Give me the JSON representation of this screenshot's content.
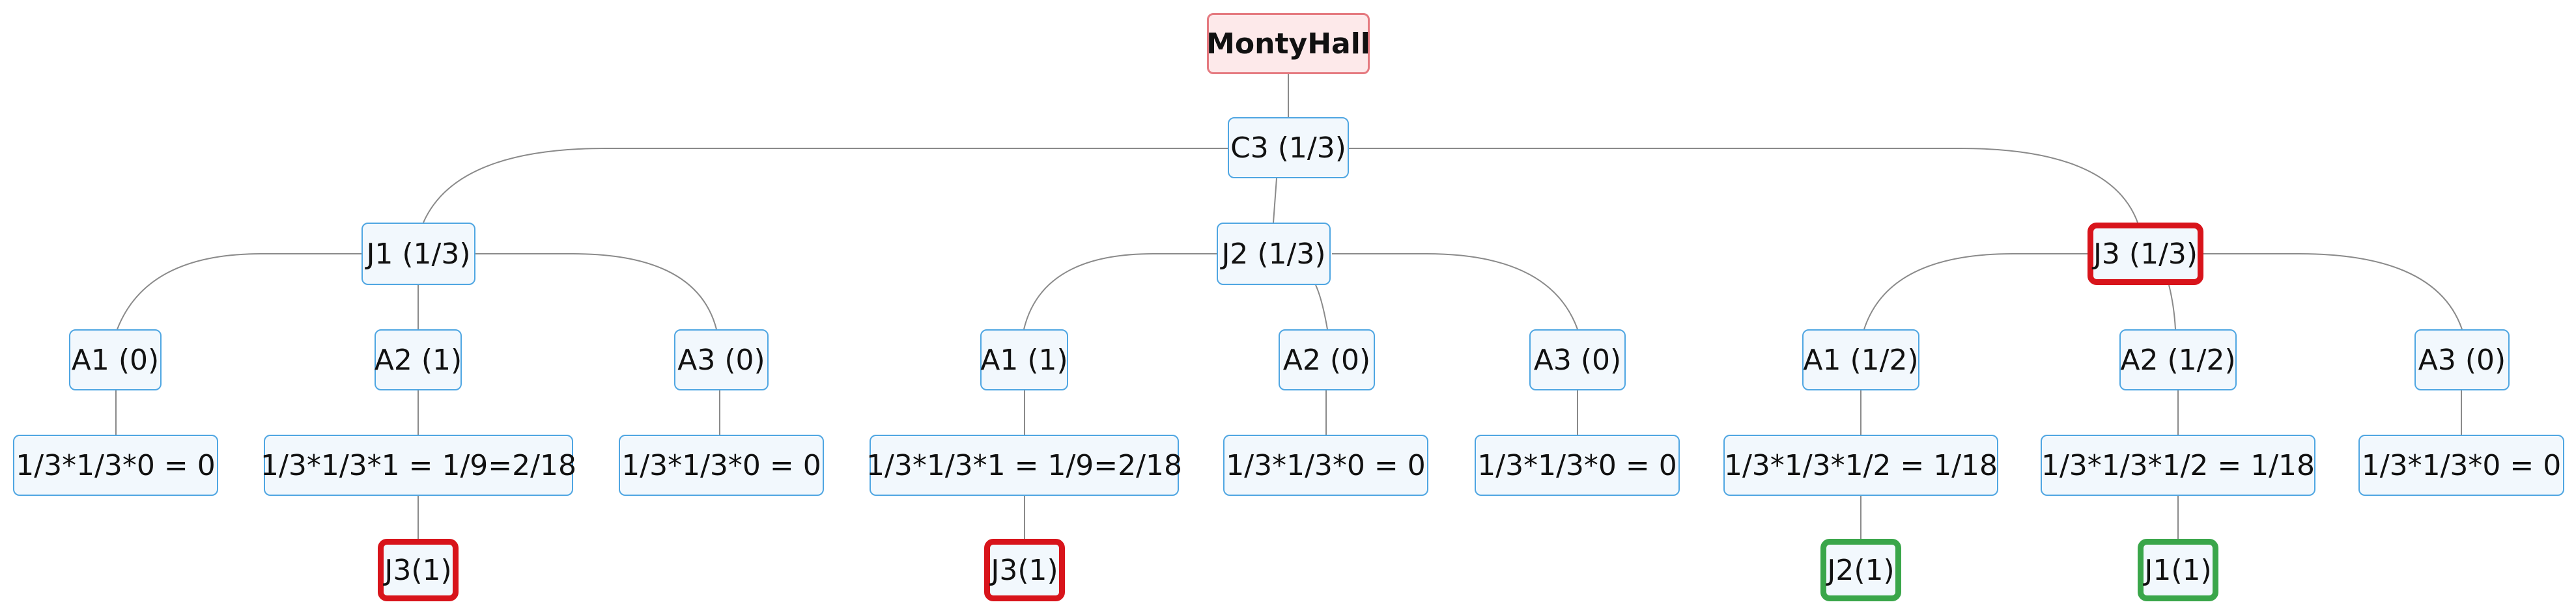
{
  "nodes": {
    "root": "MontyHall",
    "c3": "C3 (1/3)",
    "j1": "J1 (1/3)",
    "j2": "J2 (1/3)",
    "j3": "J3 (1/3)",
    "j1_a1": "A1 (0)",
    "j1_a2": "A2 (1)",
    "j1_a3": "A3 (0)",
    "j2_a1": "A1 (1)",
    "j2_a2": "A2 (0)",
    "j2_a3": "A3 (0)",
    "j3_a1": "A1 (1/2)",
    "j3_a2": "A2 (1/2)",
    "j3_a3": "A3 (0)",
    "j1_a1_p": "1/3*1/3*0 = 0",
    "j1_a2_p": "1/3*1/3*1 = 1/9=2/18",
    "j1_a3_p": "1/3*1/3*0 = 0",
    "j2_a1_p": "1/3*1/3*1 = 1/9=2/18",
    "j2_a2_p": "1/3*1/3*0 = 0",
    "j2_a3_p": "1/3*1/3*0 = 0",
    "j3_a1_p": "1/3*1/3*1/2 = 1/18",
    "j3_a2_p": "1/3*1/3*1/2 = 1/18",
    "j3_a3_p": "1/3*1/3*0 = 0",
    "j1_a2_r": "J3(1)",
    "j2_a1_r": "J3(1)",
    "j3_a1_r": "J2(1)",
    "j3_a2_r": "J1(1)"
  },
  "colors": {
    "node_border": "#4fa6e2",
    "node_fill": "#f2f8fd",
    "root_fill": "#fde9ea",
    "root_border": "#e57a80",
    "highlight_red": "#d8141b",
    "highlight_green": "#3aa64a",
    "edge": "#888888"
  }
}
